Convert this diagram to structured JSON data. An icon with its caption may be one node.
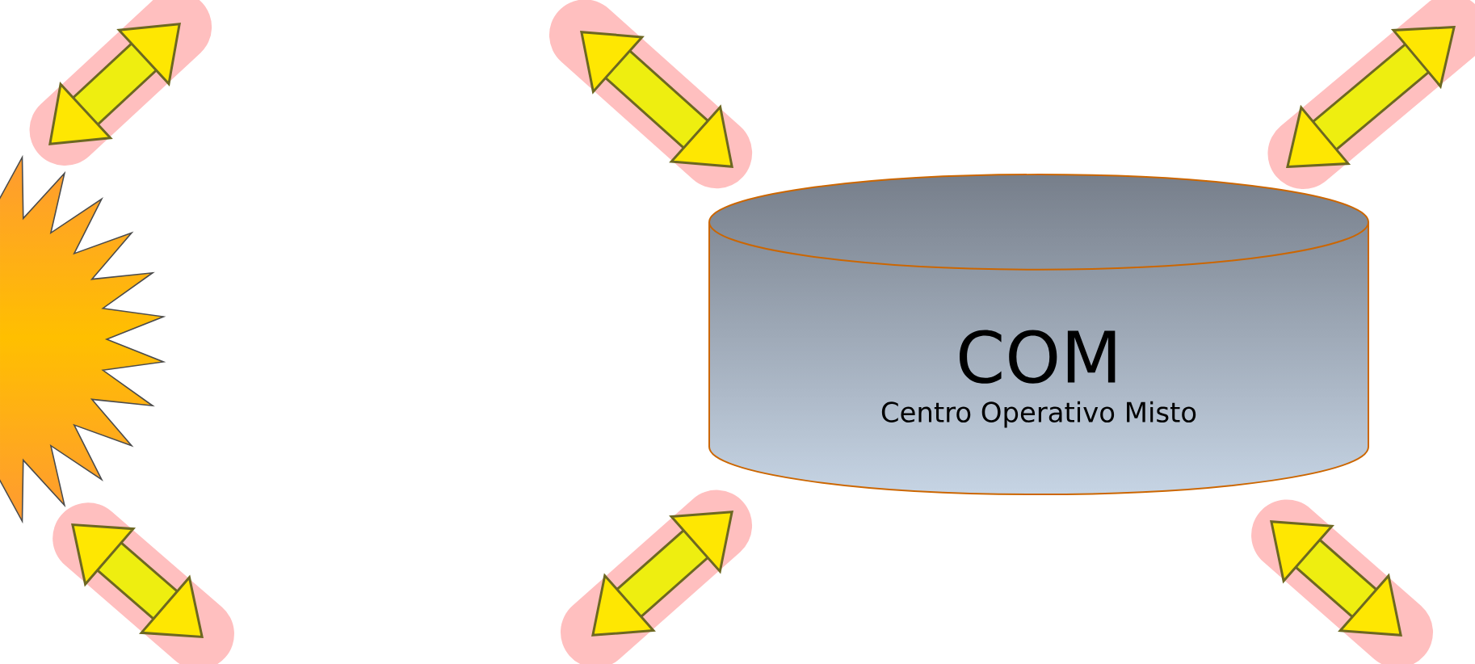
{
  "diagram": {
    "nodes": [
      {
        "text": [],
        "shape": "star"
      },
      {
        "text": [
          "COM",
          "Centro Operativo Misto"
        ]
      }
    ],
    "edges": [
      {
        "from": 0,
        "to": null,
        "arrow": "both"
      },
      {
        "from": 0,
        "to": null,
        "arrow": "both"
      },
      {
        "from": 1,
        "to": null,
        "arrow": "both"
      },
      {
        "from": 1,
        "to": null,
        "arrow": "both"
      },
      {
        "from": 1,
        "to": null,
        "arrow": "both"
      },
      {
        "from": 1,
        "to": null,
        "arrow": "both"
      }
    ]
  }
}
